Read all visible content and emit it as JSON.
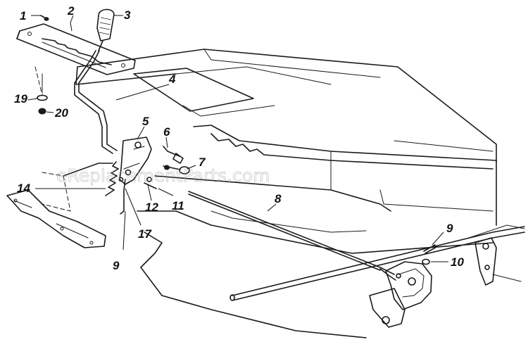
{
  "watermark": "eReplacementParts.com",
  "callouts": {
    "c1": "1",
    "c2": "2",
    "c3": "3",
    "c4": "4",
    "c5": "5",
    "c6": "6",
    "c7": "7",
    "c8": "8",
    "c9a": "9",
    "c9b": "9",
    "c10": "10",
    "c11": "11",
    "c12": "12",
    "c14": "14",
    "c17": "17",
    "c19": "19",
    "c20": "20"
  }
}
